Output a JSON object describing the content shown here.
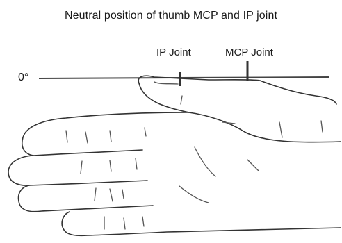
{
  "title": "Neutral position of thumb MCP and IP joint",
  "labels": {
    "ip_joint": "IP Joint",
    "mcp_joint": "MCP Joint",
    "zero_degree": "0°"
  },
  "colors": {
    "line": "#333333",
    "background": "#ffffff"
  }
}
